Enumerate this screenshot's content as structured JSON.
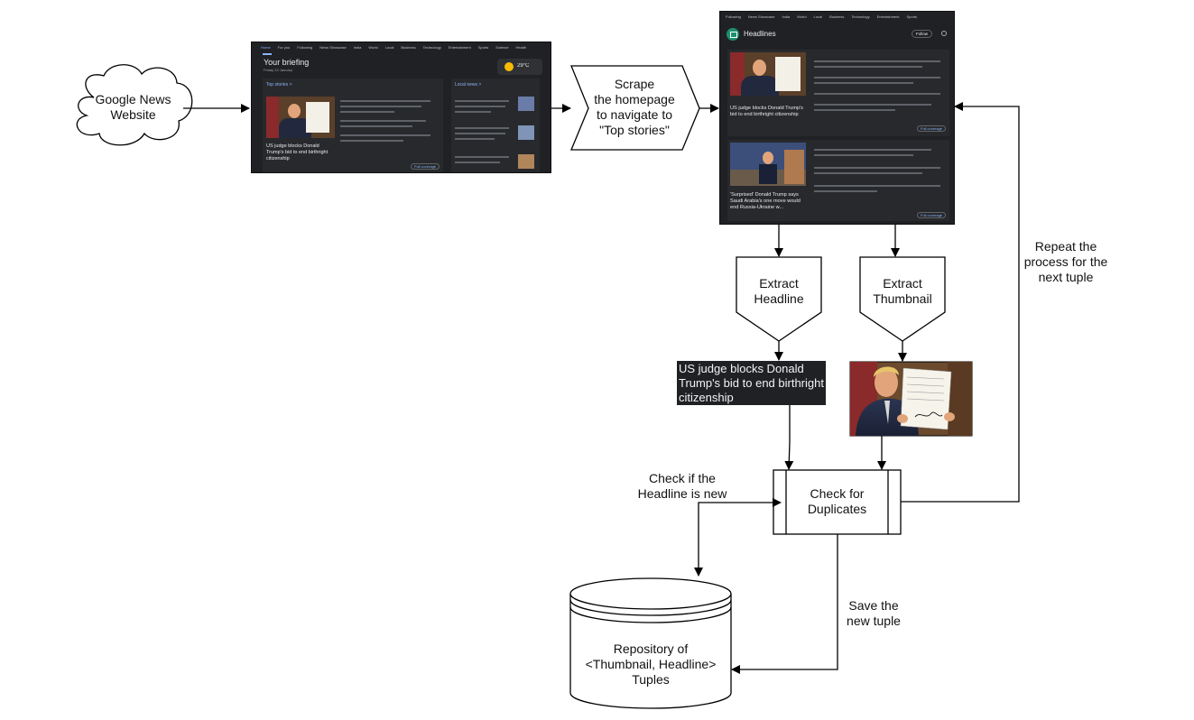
{
  "nodes": {
    "google_news": "Google News\nWebsite",
    "scrape": "Scrape\nthe homepage\nto navigate to\n\"Top stories\"",
    "extract_headline": "Extract\nHeadline",
    "extract_thumbnail": "Extract\nThumbnail",
    "check_duplicates": "Check for\nDuplicates",
    "repository": "Repository of\n<Thumbnail, Headline>\nTuples"
  },
  "edge_labels": {
    "check_new": "Check if the\nHeadline is new",
    "save_tuple": "Save the\nnew tuple",
    "repeat": "Repeat the\nprocess for the\nnext tuple"
  },
  "headline_output": "US judge blocks Donald Trump's bid to end birthright citizenship",
  "briefing_shot": {
    "nav": [
      "Home",
      "For you",
      "Following",
      "News Showcase",
      "India",
      "World",
      "Local",
      "Business",
      "Technology",
      "Entertainment",
      "Sports",
      "Science",
      "Health"
    ],
    "title": "Your briefing",
    "date": "Friday 24 January",
    "weather": "29°C",
    "top_stories": "Top stories >",
    "local_news": "Local news >",
    "lead_headline": "US judge blocks Donald Trump's bid to end birthright citizenship",
    "full_coverage": "Full coverage"
  },
  "headlines_shot": {
    "nav": [
      "Following",
      "News Showcase",
      "India",
      "World",
      "Local",
      "Business",
      "Technology",
      "Entertainment",
      "Sports"
    ],
    "title": "Headlines",
    "follow": "Follow",
    "story1": "US judge blocks Donald Trump's bid to end birthright citizenship",
    "story2": "'Surprised' Donald Trump says Saudi Arabia's one move would end Russia-Ukraine w...",
    "full_coverage": "Full coverage"
  },
  "colors": {
    "stroke": "#000000",
    "dark_ui": "#202124",
    "accent_blue": "#8ab4f8"
  }
}
